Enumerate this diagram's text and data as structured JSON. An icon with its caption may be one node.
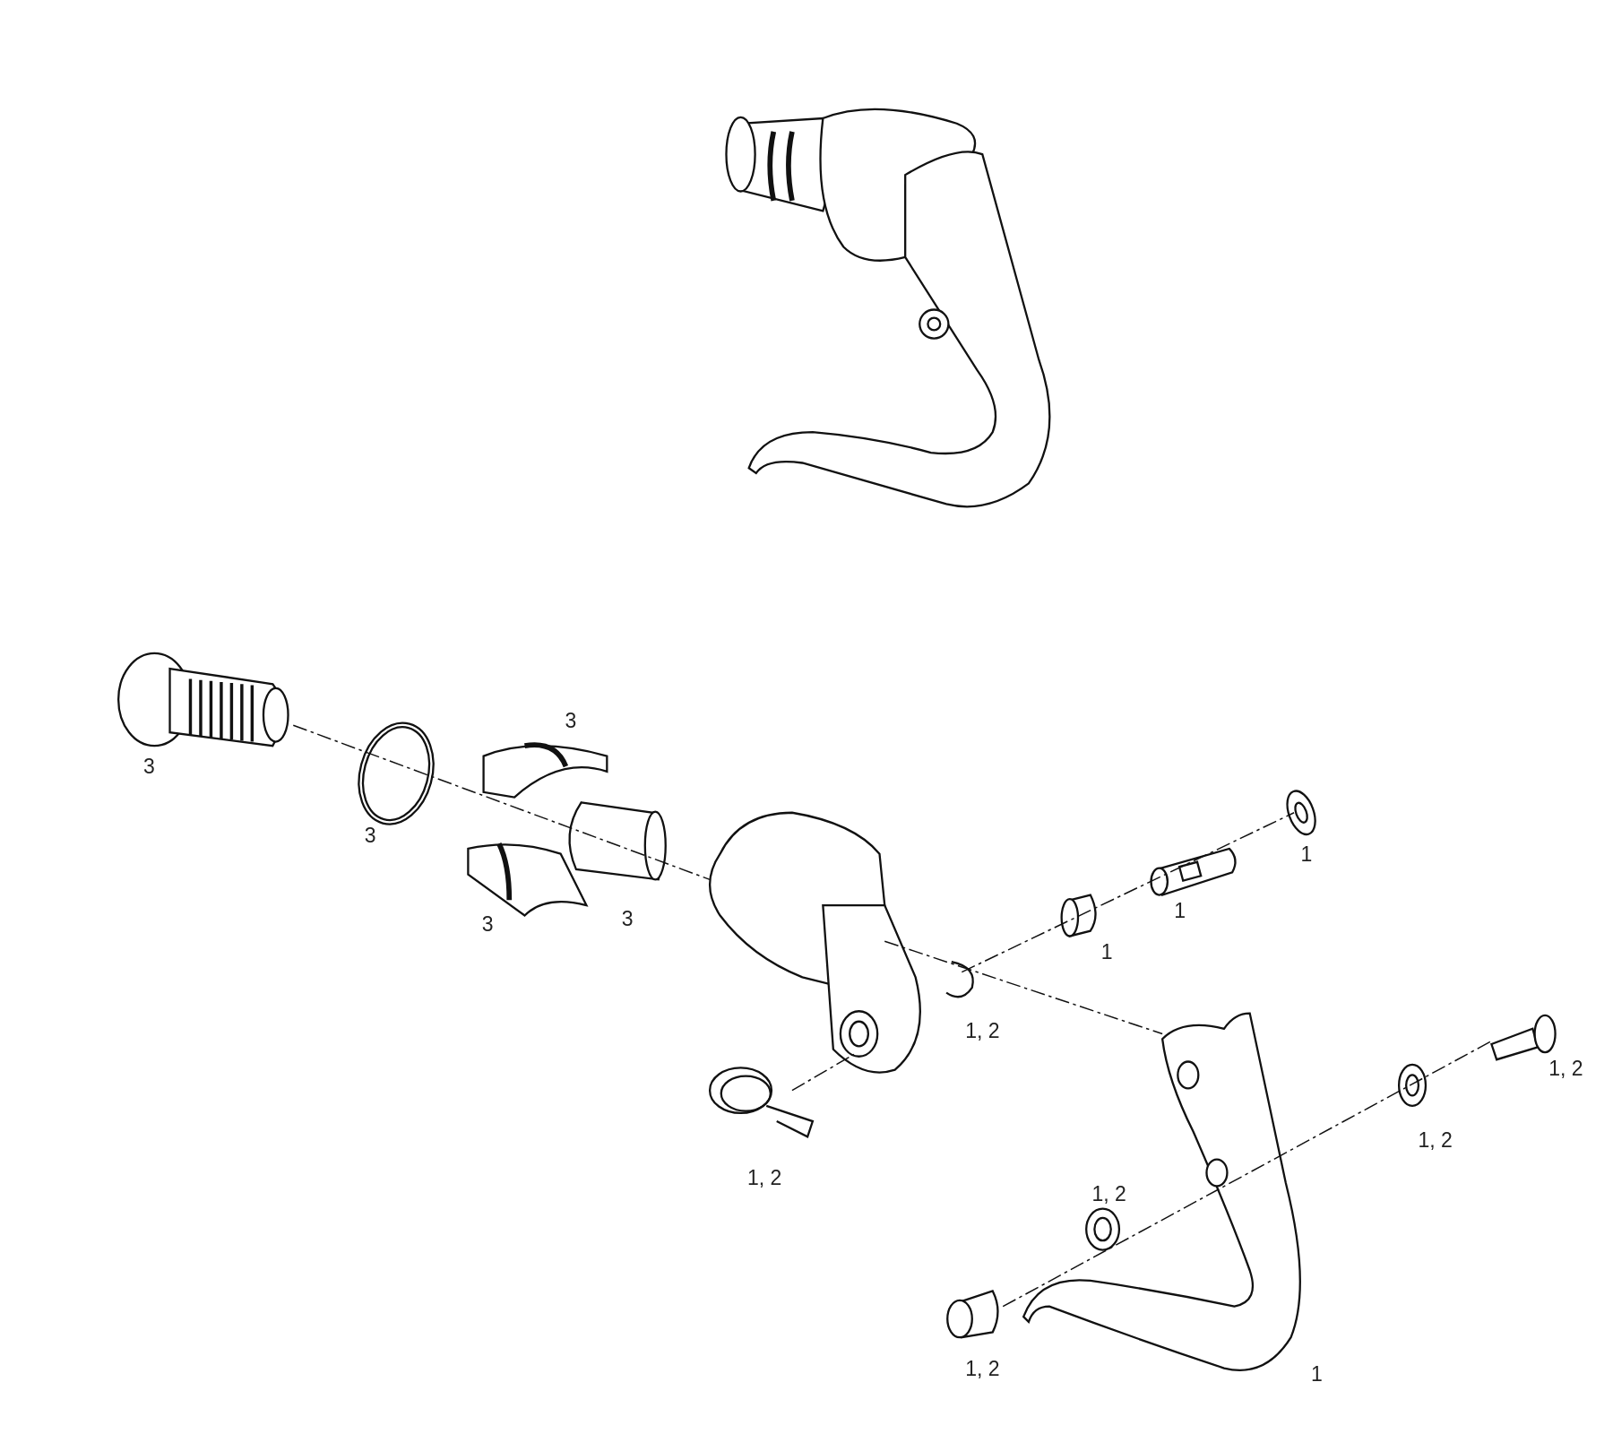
{
  "diagram": {
    "labels": [
      "3",
      "3",
      "3",
      "1",
      "1",
      "3",
      "3",
      "1",
      "1, 2",
      "1, 2",
      "1, 2",
      "1, 2",
      "1, 2",
      "1, 2",
      "1"
    ]
  }
}
